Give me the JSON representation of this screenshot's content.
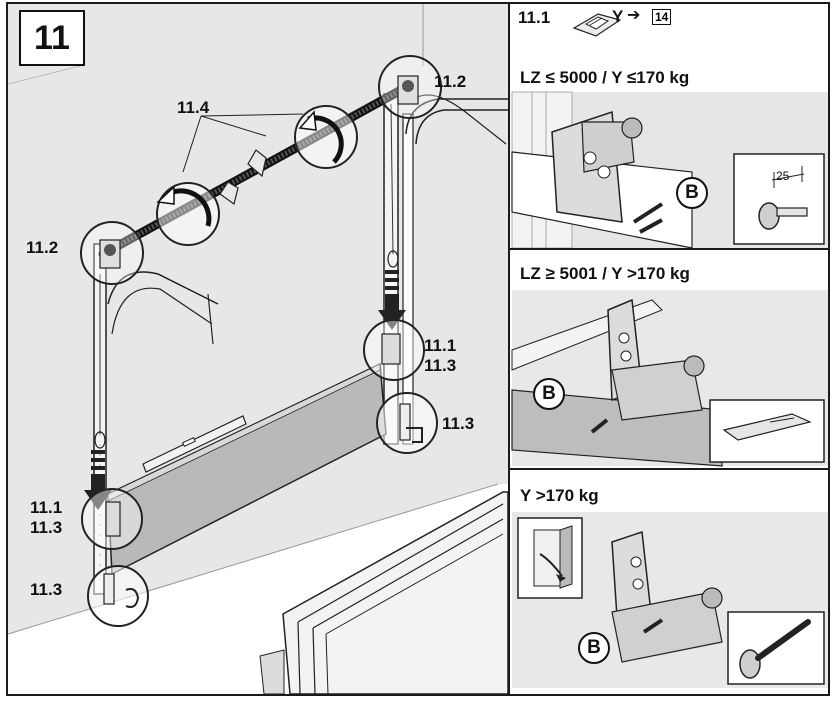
{
  "step": {
    "number": "11"
  },
  "labels": {
    "roller_right": "11.2",
    "roller_left": "11.2",
    "springs": "11.4",
    "bracket_right_a": "11.1",
    "bracket_right_b": "11.3",
    "bottom_right": "11.3",
    "bracket_left_a": "11.1",
    "bracket_left_b": "11.3",
    "bottom_left": "11.3"
  },
  "side": {
    "ref_step": "11.1",
    "ref_letter": "Y",
    "ref_arrow": "➔",
    "ref_target": "14",
    "panel1_title": "LZ ≤ 5000 / Y ≤170 kg",
    "panel1_marker": "B",
    "panel1_dimension": "25",
    "panel2_title": "LZ ≥ 5001 / Y >170 kg",
    "panel2_marker": "B",
    "panel3_title": "Y >170 kg",
    "panel3_marker": "B"
  },
  "colors": {
    "line": "#1a1a1a",
    "shade": "#e6e6e6",
    "panel": "#b9b9b9",
    "metal": "#d4d4d4"
  }
}
